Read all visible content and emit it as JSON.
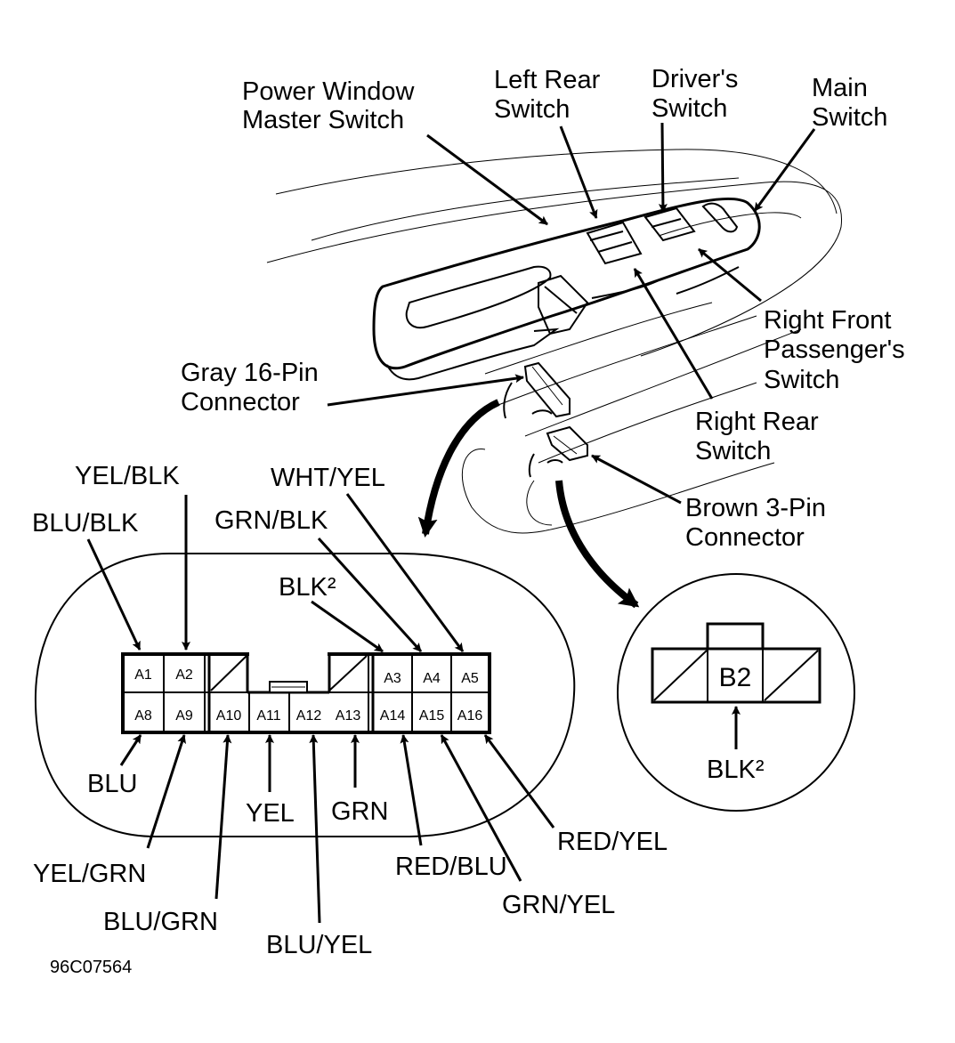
{
  "diagram": {
    "figure_code": "96C07564",
    "component_labels": {
      "master_switch": [
        "Power Window",
        "Master Switch"
      ],
      "left_rear": [
        "Left Rear",
        "Switch"
      ],
      "drivers": [
        "Driver's",
        "Switch"
      ],
      "main": [
        "Main",
        "Switch"
      ],
      "right_front": [
        "Right Front",
        "Passenger's",
        "Switch"
      ],
      "right_rear": [
        "Right Rear",
        "Switch"
      ],
      "gray_connector": [
        "Gray 16-Pin",
        "Connector"
      ],
      "brown_connector": [
        "Brown 3-Pin",
        "Connector"
      ]
    },
    "connector_16pin": {
      "name": "Gray 16-Pin Connector",
      "pins": [
        {
          "pin": "A1",
          "wire": "BLU/BLK"
        },
        {
          "pin": "A2",
          "wire": "YEL/BLK"
        },
        {
          "pin": "A3",
          "wire": "BLK²"
        },
        {
          "pin": "A4",
          "wire": "GRN/BLK"
        },
        {
          "pin": "A5",
          "wire": "WHT/YEL"
        },
        {
          "pin": "A8",
          "wire": "BLU"
        },
        {
          "pin": "A9",
          "wire": "YEL/GRN"
        },
        {
          "pin": "A10",
          "wire": "BLU/GRN"
        },
        {
          "pin": "A11",
          "wire": "YEL"
        },
        {
          "pin": "A12",
          "wire": "BLU/YEL"
        },
        {
          "pin": "A13",
          "wire": "GRN"
        },
        {
          "pin": "A14",
          "wire": "RED/BLU"
        },
        {
          "pin": "A15",
          "wire": "GRN/YEL"
        },
        {
          "pin": "A16",
          "wire": "RED/YEL"
        }
      ]
    },
    "connector_3pin": {
      "name": "Brown 3-Pin Connector",
      "pins": [
        {
          "pin": "B2",
          "wire": "BLK²"
        }
      ]
    }
  }
}
